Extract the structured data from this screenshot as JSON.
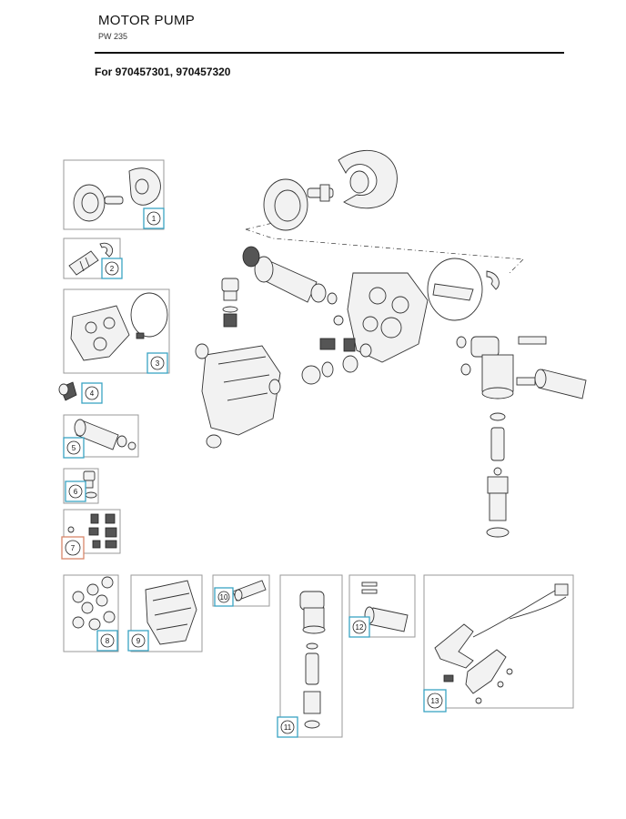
{
  "header": {
    "title": "MOTOR PUMP",
    "model": "PW 235",
    "applies_to": "For 970457301, 970457320"
  },
  "colors": {
    "callout_default": "#3aa3c4",
    "callout_highlight": "#d9876a",
    "frame": "#9a9a9a"
  },
  "callouts": [
    {
      "number": "1"
    },
    {
      "number": "2"
    },
    {
      "number": "3"
    },
    {
      "number": "4"
    },
    {
      "number": "5"
    },
    {
      "number": "6"
    },
    {
      "number": "7",
      "highlighted": true
    },
    {
      "number": "8"
    },
    {
      "number": "9"
    },
    {
      "number": "10"
    },
    {
      "number": "11"
    },
    {
      "number": "12"
    },
    {
      "number": "13"
    }
  ]
}
